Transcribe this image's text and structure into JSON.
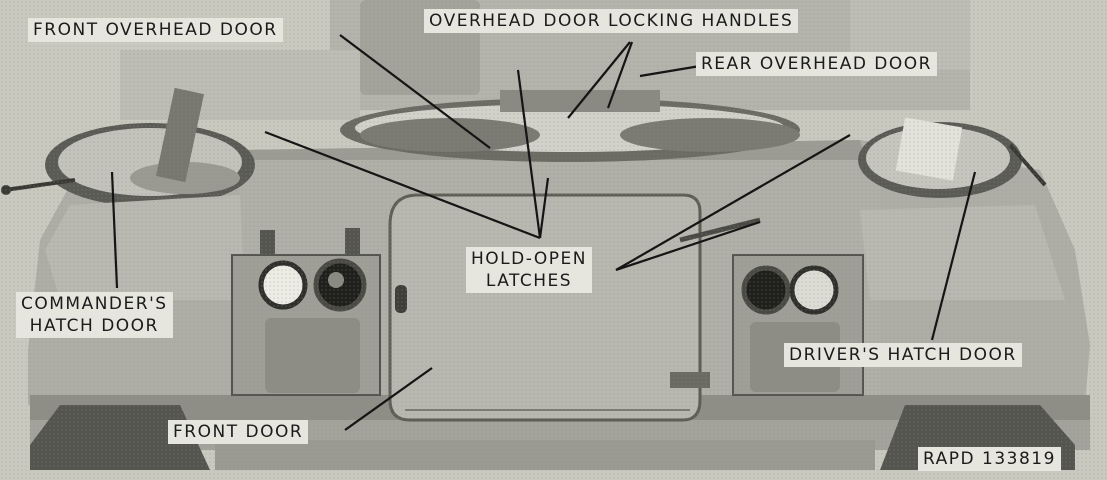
{
  "labels": {
    "front_overhead_door": "FRONT OVERHEAD DOOR",
    "locking_handles": "OVERHEAD DOOR LOCKING HANDLES",
    "rear_overhead_door": "REAR OVERHEAD DOOR",
    "hold_open_latches": [
      "HOLD-OPEN",
      "LATCHES"
    ],
    "commanders_hatch_door": [
      "COMMANDER'S",
      "HATCH DOOR"
    ],
    "drivers_hatch_door": "DRIVER'S HATCH DOOR",
    "front_door": "FRONT DOOR",
    "photo_id": "RAPD 133819"
  },
  "colors": {
    "background": "#c9c9c0",
    "hull": "#a9a9a1",
    "label_bg": "#e6e6df",
    "leader": "#151515"
  }
}
